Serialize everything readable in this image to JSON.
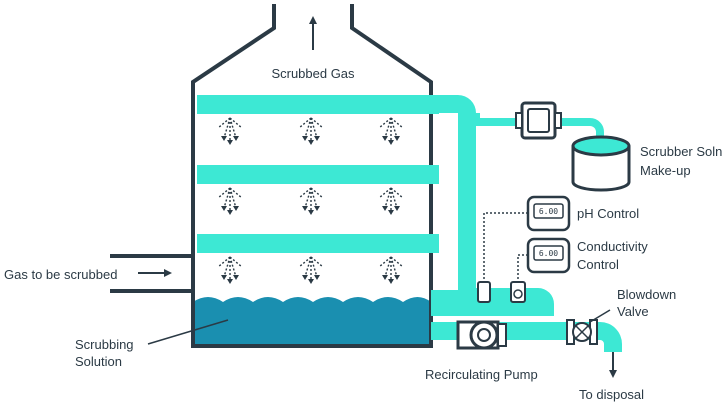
{
  "labels": {
    "scrubbed_gas": "Scrubbed Gas",
    "makeup_line1": "Scrubber Soln",
    "makeup_line2": "Make-up",
    "ph_control": "pH Control",
    "conductivity_line1": "Conductivity",
    "conductivity_line2": "Control",
    "blowdown_line1": "Blowdown",
    "blowdown_line2": "Valve",
    "gas_inlet": "Gas to be scrubbed",
    "solution_line1": "Scrubbing",
    "solution_line2": "Solution",
    "pump": "Recirculating Pump",
    "disposal": "To disposal"
  },
  "meters": {
    "ph_reading": "6.00",
    "conductivity_reading": "6.00"
  },
  "colors": {
    "outline": "#2b3a45",
    "pipe": "#3de8d4",
    "liquid": "#1a8fb0"
  }
}
